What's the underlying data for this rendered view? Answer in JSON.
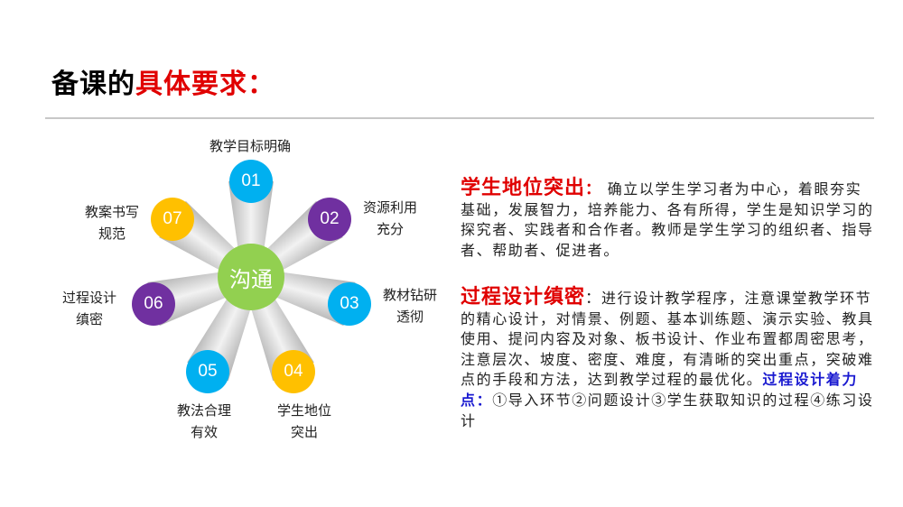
{
  "title": {
    "black": "备课的",
    "red": "具体要求："
  },
  "colors": {
    "blue": "#00b0f0",
    "purple": "#7030a0",
    "yellow": "#ffc000",
    "green": "#92d050",
    "red": "#e00000"
  },
  "diagram": {
    "center": "沟通",
    "nodes": [
      {
        "num": "01",
        "label1": "教学目标明确",
        "label2": "",
        "color": "#00b0f0"
      },
      {
        "num": "02",
        "label1": "资源利用",
        "label2": "充分",
        "color": "#7030a0"
      },
      {
        "num": "03",
        "label1": "教材钻研",
        "label2": "透彻",
        "color": "#00b0f0"
      },
      {
        "num": "04",
        "label1": "学生地位",
        "label2": "突出",
        "color": "#ffc000"
      },
      {
        "num": "05",
        "label1": "教法合理",
        "label2": "有效",
        "color": "#00b0f0"
      },
      {
        "num": "06",
        "label1": "过程设计",
        "label2": "缜密",
        "color": "#7030a0"
      },
      {
        "num": "07",
        "label1": "教案书写",
        "label2": "规范",
        "color": "#ffc000"
      }
    ]
  },
  "sections": [
    {
      "heading": "学生地位突出",
      "colon": "：",
      "body": " 确立以学生学习者为中心，着眼夯实基础，发展智力，培养能力、各有所得，学生是知识学习的探究者、实践者和合作者。教师是学生学习的组织者、指导者、帮助者、促进者。"
    },
    {
      "heading": "过程设计缜密",
      "colon": "：",
      "body": "进行设计教学程序，注意课堂教学环节的精心设计，对情景、例题、基本训练题、演示实验、教具使用、提问内容及对象、板书设计、作业布置都周密思考，注意层次、坡度、密度、难度，有清晰的突出重点，突破难点的手段和方法，达到教学过程的最优化。",
      "highlight": "过程设计着力点：",
      "tail": "①导入环节②问题设计③学生获取知识的过程④练习设计"
    }
  ]
}
